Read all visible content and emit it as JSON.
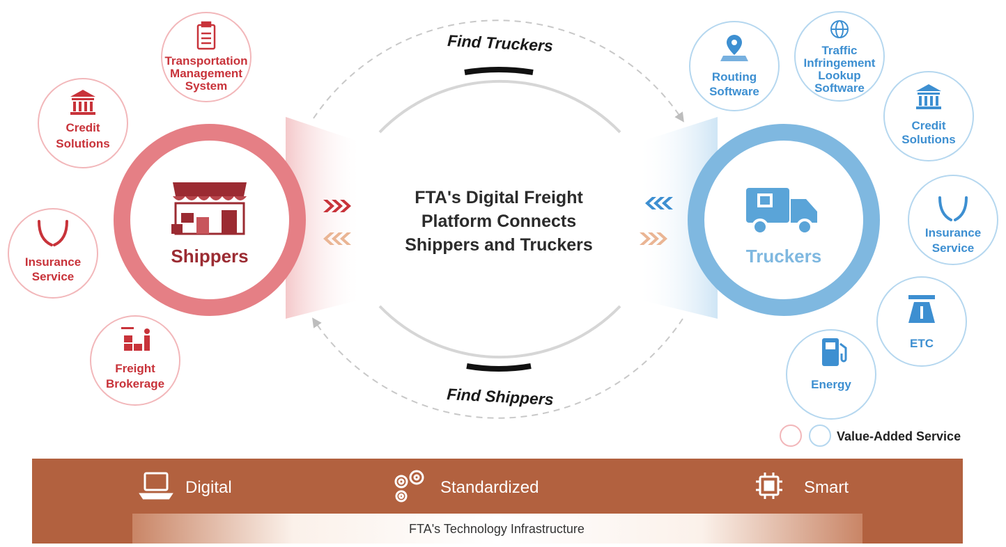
{
  "center": {
    "line1": "FTA's Digital Freight",
    "line2": "Platform Connects",
    "line3": "Shippers and Truckers"
  },
  "flows": {
    "top": "Find Truckers",
    "bottom": "Find Shippers"
  },
  "shippers": {
    "label": "Shippers",
    "icon": "storefront-icon",
    "color": "#e57f85",
    "services": {
      "tms": {
        "line1": "Transportation",
        "line2": "Management",
        "line3": "System",
        "icon": "clipboard-icon"
      },
      "credit": {
        "line1": "Credit",
        "line2": "Solutions",
        "icon": "bank-icon"
      },
      "insurance": {
        "line1": "Insurance",
        "line2": "Service",
        "icon": "hands-icon"
      },
      "brokerage": {
        "line1": "Freight",
        "line2": "Brokerage",
        "icon": "freight-icon"
      }
    }
  },
  "truckers": {
    "label": "Truckers",
    "icon": "truck-icon",
    "color": "#7fb8e0",
    "services": {
      "routing": {
        "line1": "Routing",
        "line2": "Software",
        "icon": "map-pin-icon"
      },
      "traffic": {
        "line1": "Traffic",
        "line2": "Infringement",
        "line3": "Lookup",
        "line4": "Software",
        "icon": "globe-icon"
      },
      "credit": {
        "line1": "Credit",
        "line2": "Solutions",
        "icon": "bank-icon"
      },
      "insurance": {
        "line1": "Insurance",
        "line2": "Service",
        "icon": "hands-icon"
      },
      "etc": {
        "line1": "ETC",
        "icon": "highway-icon"
      },
      "energy": {
        "line1": "Energy",
        "icon": "fuel-pump-icon"
      }
    }
  },
  "legend": {
    "label": "Value-Added Service"
  },
  "infrastructure": {
    "pillars": [
      {
        "label": "Digital",
        "icon": "laptop-icon"
      },
      {
        "label": "Standardized",
        "icon": "gears-icon"
      },
      {
        "label": "Smart",
        "icon": "chip-icon"
      }
    ],
    "base": "FTA's Technology Infrastructure",
    "color": "#b2613f"
  }
}
